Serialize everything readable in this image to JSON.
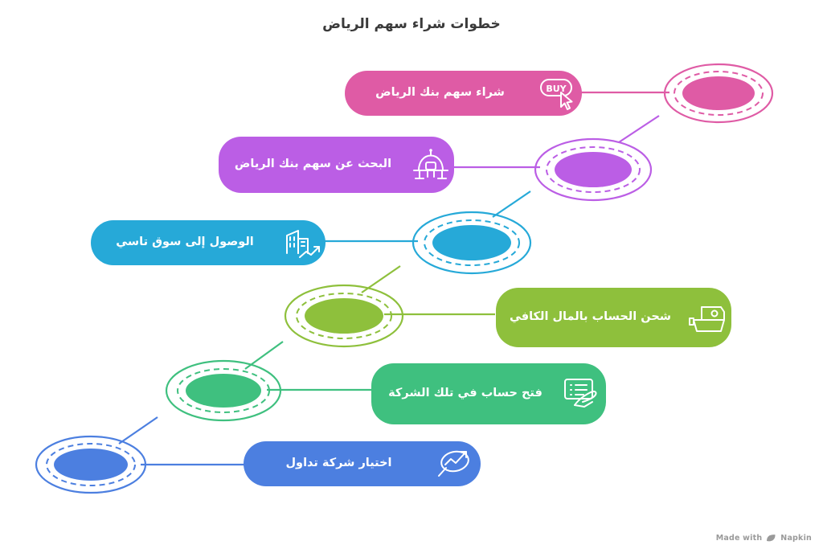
{
  "title": "خطوات شراء سهم الرياض",
  "watermark": {
    "prefix": "Made with",
    "brand": "Napkin",
    "leaf_icon": "leaf-icon"
  },
  "colors": {
    "pink": "#DF5BA5",
    "purple": "#BB5EE5",
    "cyan": "#26A9D8",
    "lime": "#8EC03C",
    "emerald": "#3FC07F",
    "blue": "#4C7FE0",
    "title_text": "#3A3A3A",
    "pill_text": "#FFFFFF",
    "watermark_text": "#9A9A9A",
    "background": "#FFFFFF"
  },
  "steps": [
    {
      "order": 6,
      "label": "شراء سهم بنك الرياض",
      "color": "#DF5BA5",
      "icon": "buy-button-cursor-icon",
      "icon_text": "BUY",
      "node_side": "right"
    },
    {
      "order": 5,
      "label": "البحث عن سهم بنك الرياض",
      "color": "#BB5EE5",
      "icon": "search-robot-icon",
      "node_side": "right"
    },
    {
      "order": 4,
      "label": "الوصول إلى سوق تاسي",
      "color": "#26A9D8",
      "icon": "market-building-growth-icon",
      "node_side": "right"
    },
    {
      "order": 3,
      "label": "شحن الحساب بالمال الكافي",
      "color": "#8EC03C",
      "icon": "wallet-money-icon",
      "node_side": "left"
    },
    {
      "order": 2,
      "label": "فتح حساب في تلك الشركة",
      "color": "#3FC07F",
      "icon": "form-signing-icon",
      "node_side": "left"
    },
    {
      "order": 1,
      "label": "اختيار شركة تداول",
      "color": "#4C7FE0",
      "icon": "magnifier-trend-icon",
      "node_side": "left"
    }
  ]
}
